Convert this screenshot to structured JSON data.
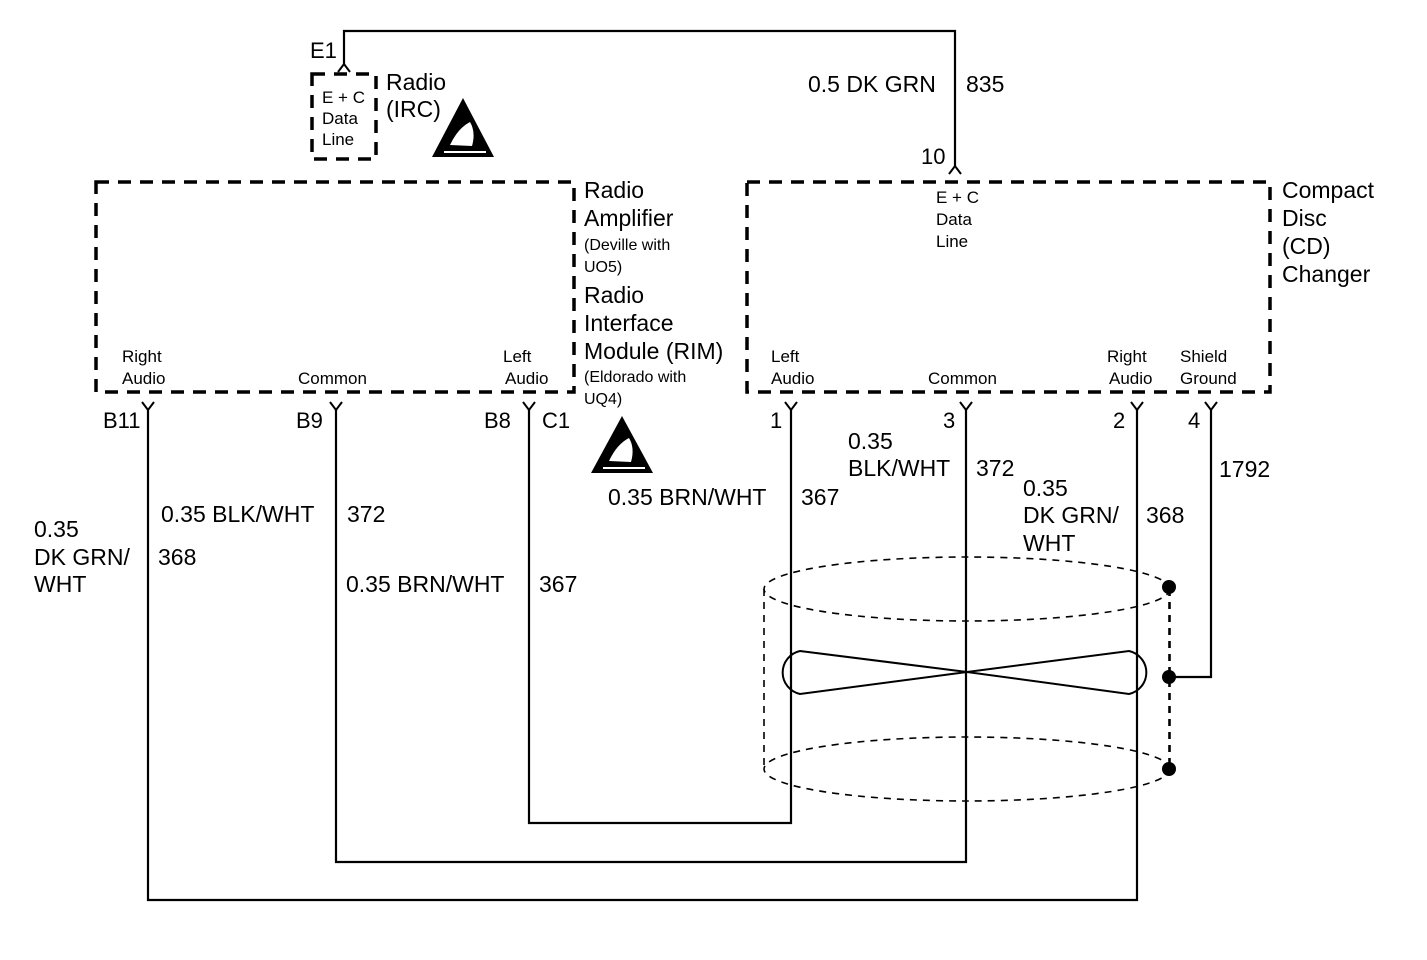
{
  "colors": {
    "ink": "#000000",
    "paper": "#ffffff"
  },
  "radio_irc": {
    "connector": "E1",
    "box_lines": [
      "E + C",
      "Data",
      "Line"
    ],
    "title_lines": [
      "Radio",
      "(IRC)"
    ],
    "esd_icon": "esd-warning-icon"
  },
  "top_wire": {
    "gauge_color": "0.5 DK GRN",
    "circuit": "835",
    "cd_pin": "10"
  },
  "amplifier": {
    "title_lines": [
      "Radio",
      "Amplifier"
    ],
    "note_lines": [
      "(Deville with",
      "UO5)"
    ],
    "title2_lines": [
      "Radio",
      "Interface",
      "Module (RIM)"
    ],
    "note2_lines": [
      "(Eldorado with",
      "UQ4)"
    ],
    "terminals": [
      {
        "label_lines": [
          "Right",
          "Audio"
        ],
        "pin": "B11"
      },
      {
        "label_lines": [
          "Common"
        ],
        "pin": "B9"
      },
      {
        "label_lines": [
          "Left",
          "Audio"
        ],
        "pin": "B8",
        "pin2": "C1"
      }
    ],
    "esd_icon": "esd-warning-icon"
  },
  "cd_changer": {
    "title_lines": [
      "Compact",
      "Disc",
      "(CD)",
      "Changer"
    ],
    "data_lines": [
      "E + C",
      "Data",
      "Line"
    ],
    "terminals": [
      {
        "label_lines": [
          "Left",
          "Audio"
        ],
        "pin": "1"
      },
      {
        "label_lines": [
          "Common"
        ],
        "pin": "3"
      },
      {
        "label_lines": [
          "Right",
          "Audio"
        ],
        "pin": "2"
      },
      {
        "label_lines": [
          "Shield",
          "Ground"
        ],
        "pin": "4"
      }
    ]
  },
  "wires": {
    "w368_left": {
      "lines": [
        "0.35",
        "DK GRN/",
        "WHT"
      ],
      "circuit": "368"
    },
    "w372_left": {
      "text": "0.35 BLK/WHT",
      "circuit": "372"
    },
    "w367_left": {
      "text": "0.35 BRN/WHT",
      "circuit": "367"
    },
    "w367_right": {
      "text": "0.35 BRN/WHT",
      "circuit": "367"
    },
    "w372_right": {
      "lines": [
        "0.35",
        "BLK/WHT"
      ],
      "circuit": "372"
    },
    "w368_right": {
      "lines": [
        "0.35",
        "DK GRN/",
        "WHT"
      ],
      "circuit": "368"
    },
    "w1792": {
      "circuit": "1792"
    }
  }
}
